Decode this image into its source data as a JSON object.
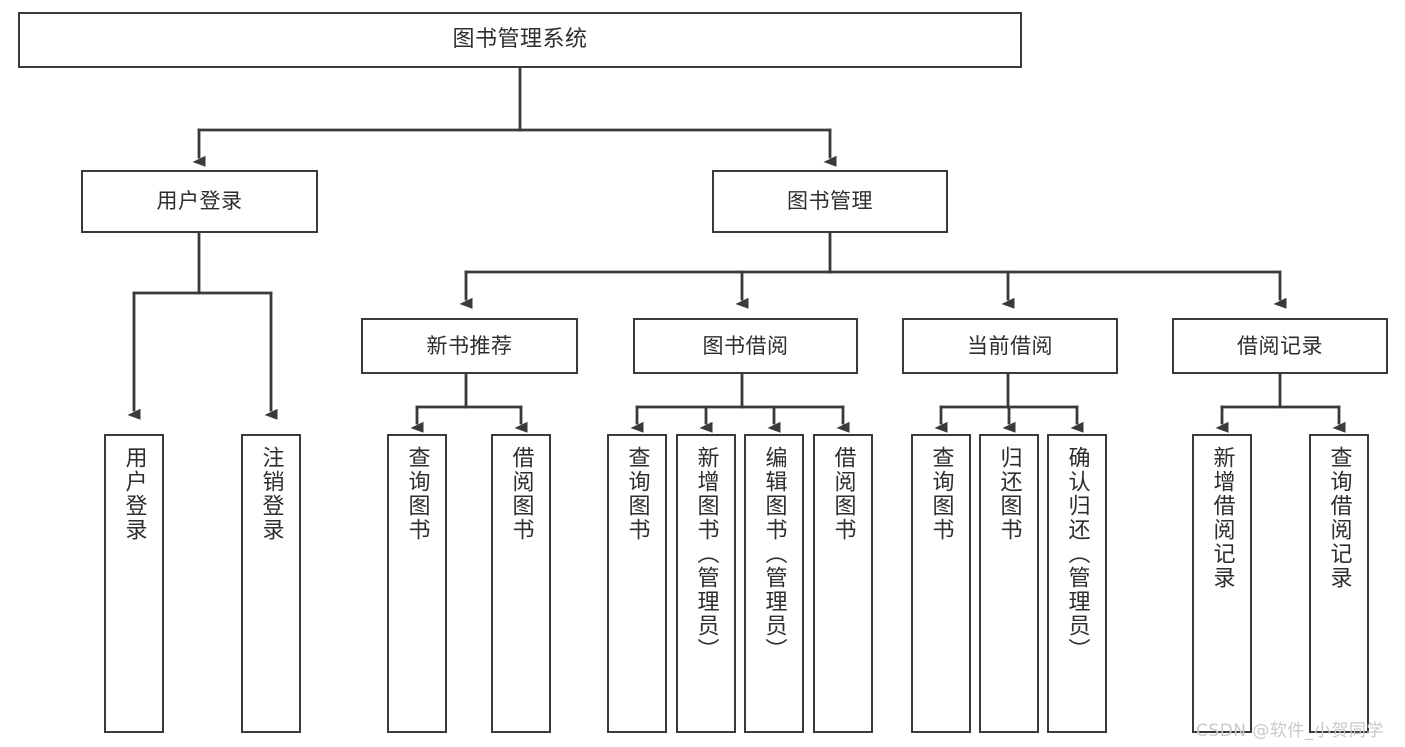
{
  "diagram": {
    "type": "tree-hierarchy",
    "title_node": "图书管理系统",
    "watermark": "CSDN @软件_小贺同学",
    "colors": {
      "box_border": "#3a3a3a",
      "box_fill": "#ffffff",
      "text": "#2e2e2e",
      "connector": "#3a3a3a",
      "watermark": "#c9c9c9",
      "background": "#ffffff"
    },
    "nodes": {
      "root": {
        "label": "图书管理系统",
        "level": 1,
        "orientation": "horizontal"
      },
      "l2": [
        {
          "id": "user-login",
          "label": "用户登录",
          "level": 2,
          "orientation": "horizontal"
        },
        {
          "id": "book-manage",
          "label": "图书管理",
          "level": 2,
          "orientation": "horizontal"
        }
      ],
      "l3": [
        {
          "id": "new-book-rec",
          "label": "新书推荐",
          "level": 3,
          "orientation": "horizontal"
        },
        {
          "id": "book-borrow",
          "label": "图书借阅",
          "level": 3,
          "orientation": "horizontal"
        },
        {
          "id": "current-borrow",
          "label": "当前借阅",
          "level": 3,
          "orientation": "horizontal"
        },
        {
          "id": "borrow-record",
          "label": "借阅记录",
          "level": 3,
          "orientation": "horizontal"
        }
      ],
      "leaves": [
        {
          "id": "leaf-user-login",
          "label": "用户登录",
          "parent": "user-login",
          "orientation": "vertical"
        },
        {
          "id": "leaf-user-logout",
          "label": "注销登录",
          "parent": "user-login",
          "orientation": "vertical"
        },
        {
          "id": "leaf-query-book-1",
          "label": "查询图书",
          "parent": "new-book-rec",
          "orientation": "vertical"
        },
        {
          "id": "leaf-borrow-book-1",
          "label": "借阅图书",
          "parent": "new-book-rec",
          "orientation": "vertical"
        },
        {
          "id": "leaf-query-book-2",
          "label": "查询图书",
          "parent": "book-borrow",
          "orientation": "vertical"
        },
        {
          "id": "leaf-add-book",
          "label": "新增图书（管理员）",
          "parent": "book-borrow",
          "orientation": "vertical"
        },
        {
          "id": "leaf-edit-book",
          "label": "编辑图书（管理员）",
          "parent": "book-borrow",
          "orientation": "vertical"
        },
        {
          "id": "leaf-borrow-book-2",
          "label": "借阅图书",
          "parent": "book-borrow",
          "orientation": "vertical"
        },
        {
          "id": "leaf-query-book-3",
          "label": "查询图书",
          "parent": "current-borrow",
          "orientation": "vertical"
        },
        {
          "id": "leaf-return-book",
          "label": "归还图书",
          "parent": "current-borrow",
          "orientation": "vertical"
        },
        {
          "id": "leaf-confirm-return",
          "label": "确认归还（管理员）",
          "parent": "current-borrow",
          "orientation": "vertical"
        },
        {
          "id": "leaf-add-record",
          "label": "新增借阅记录",
          "parent": "borrow-record",
          "orientation": "vertical"
        },
        {
          "id": "leaf-query-record",
          "label": "查询借阅记录",
          "parent": "borrow-record",
          "orientation": "vertical"
        }
      ]
    }
  }
}
